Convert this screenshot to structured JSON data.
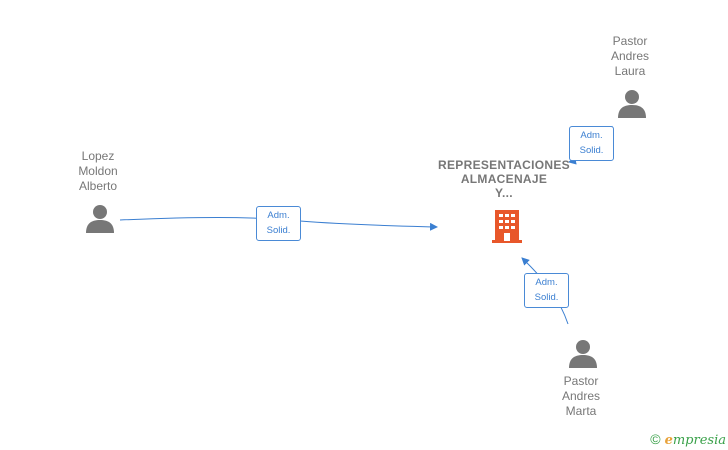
{
  "company": {
    "name_lines": [
      "REPRESENTACIONES",
      "ALMACENAJE",
      "Y..."
    ],
    "icon": "building-icon",
    "color": "#e8572a"
  },
  "people": [
    {
      "id": "lopez",
      "name_lines": [
        "Lopez",
        "Moldon",
        "Alberto"
      ],
      "icon": "person-icon"
    },
    {
      "id": "pastor-laura",
      "name_lines": [
        "Pastor",
        "Andres",
        "Laura"
      ],
      "icon": "person-icon"
    },
    {
      "id": "pastor-marta",
      "name_lines": [
        "Pastor",
        "Andres",
        "Marta"
      ],
      "icon": "person-icon"
    }
  ],
  "relations": [
    {
      "from": "lopez",
      "label_lines": [
        "Adm.",
        "Solid."
      ]
    },
    {
      "from": "pastor-laura",
      "label_lines": [
        "Adm.",
        "Solid."
      ]
    },
    {
      "from": "pastor-marta",
      "label_lines": [
        "Adm.",
        "Solid."
      ]
    }
  ],
  "colors": {
    "edge": "#3b7fd1",
    "person": "#777777"
  },
  "footer": {
    "copyright": "©",
    "brand_initial": "e",
    "brand_rest": "mpresia"
  }
}
